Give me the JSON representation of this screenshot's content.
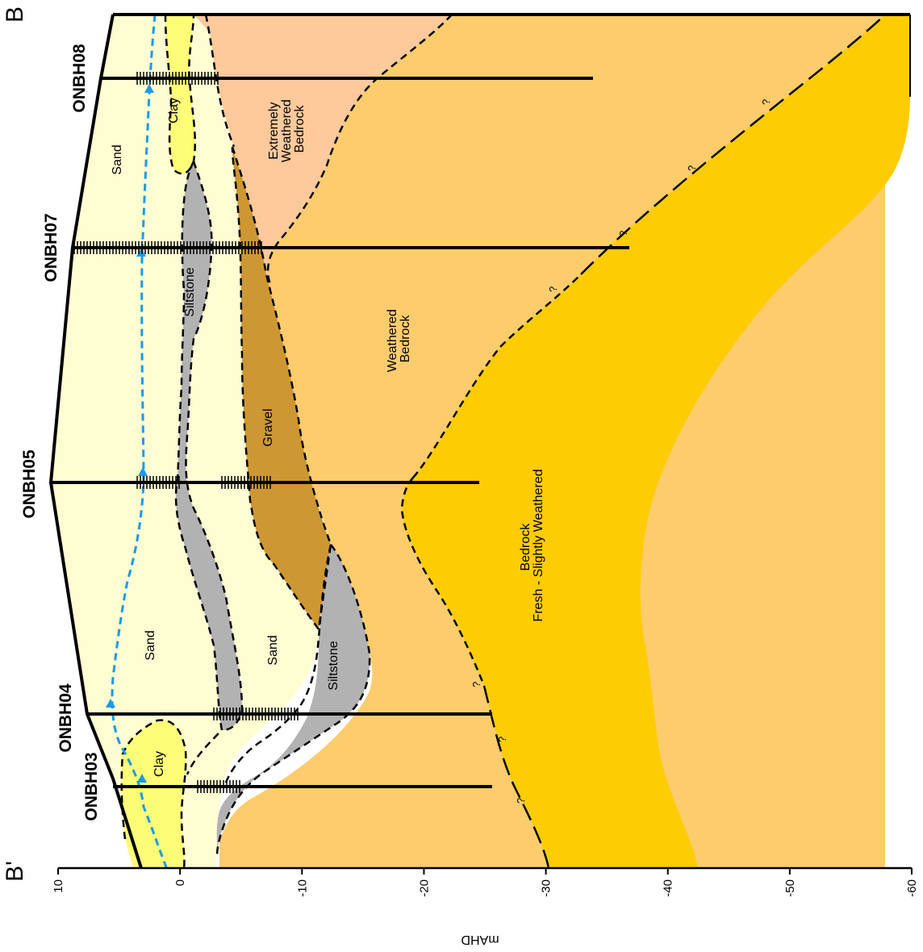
{
  "section": {
    "end_left": "B'",
    "end_right": "B",
    "axis_label": "mAHD",
    "axis_ticks": [
      "10",
      "0",
      "-10",
      "-20",
      "-30",
      "-40",
      "-50",
      "-60"
    ]
  },
  "boreholes": [
    "ONBH03",
    "ONBH04",
    "ONBH05",
    "ONBH07",
    "ONBH08"
  ],
  "units": {
    "sand_upper_left": "Sand",
    "sand_upper_right": "Sand",
    "clay_left": "Clay",
    "clay_right": "Clay",
    "sand_lower": "Sand",
    "siltstone_upper": "Siltstone",
    "siltstone_lower": "Siltstone",
    "gravel": "Gravel",
    "extremely_weathered": [
      "Extremely",
      "Weathered",
      "Bedrock"
    ],
    "weathered": [
      "Weathered",
      "Bedrock"
    ],
    "bedrock": [
      "Bedrock",
      "Fresh - Slightly Weathered"
    ]
  },
  "uncertainty_mark": "?",
  "colors": {
    "sand": "#fffdd2",
    "clay": "#fdfd78",
    "siltstone": "#b2b2b2",
    "gravel": "#cd9733",
    "extremely_weathered": "#fec99b",
    "weathered": "#fdcc6d",
    "bedrock": "#fecc03",
    "water_table": "#1a9be8"
  }
}
